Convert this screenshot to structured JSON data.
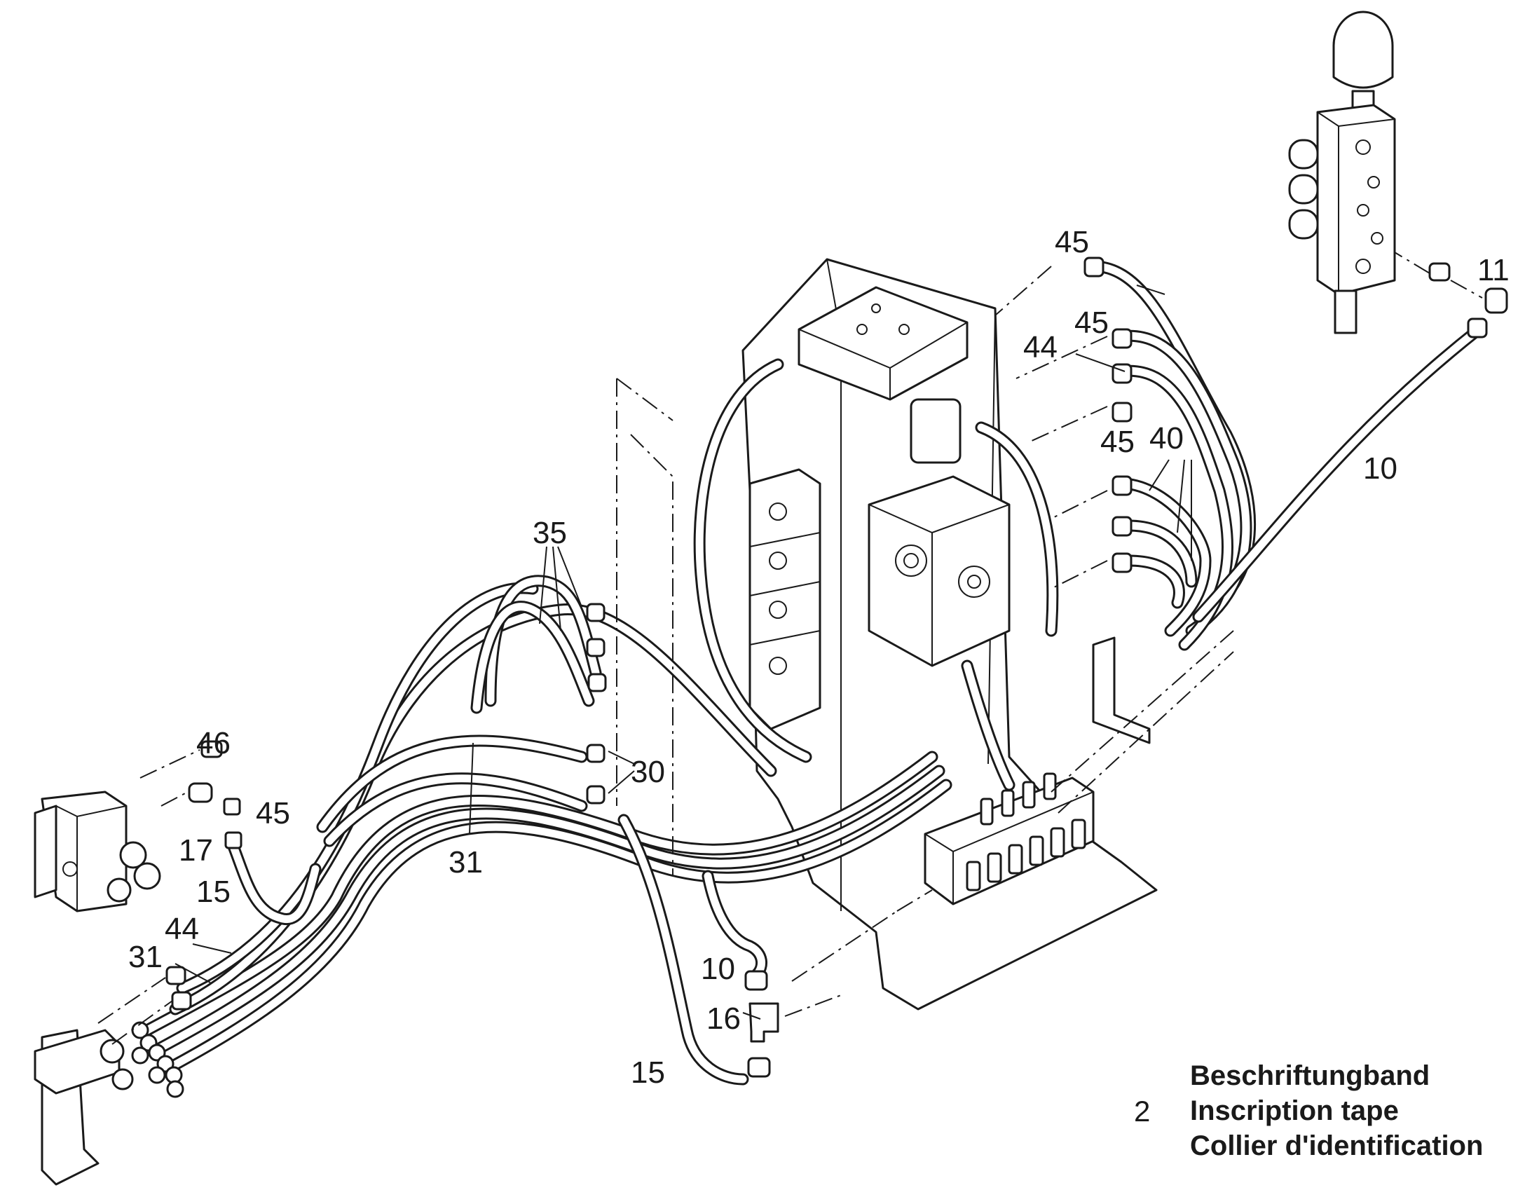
{
  "callouts": {
    "c45_top": "45",
    "c11": "11",
    "c45_b": "45",
    "c44_r": "44",
    "c45_c": "45",
    "c40": "40",
    "c10_r": "10",
    "c35": "35",
    "c46": "46",
    "c30": "30",
    "c45_l": "45",
    "c17": "17",
    "c31_m": "31",
    "c15_l": "15",
    "c44_l": "44",
    "c31_l": "31",
    "c10_b": "10",
    "c16": "16",
    "c15_b": "15"
  },
  "legend": {
    "number": "2",
    "line_de": "Beschriftungband",
    "line_en": "Inscription tape",
    "line_fr": "Collier d'identification"
  }
}
